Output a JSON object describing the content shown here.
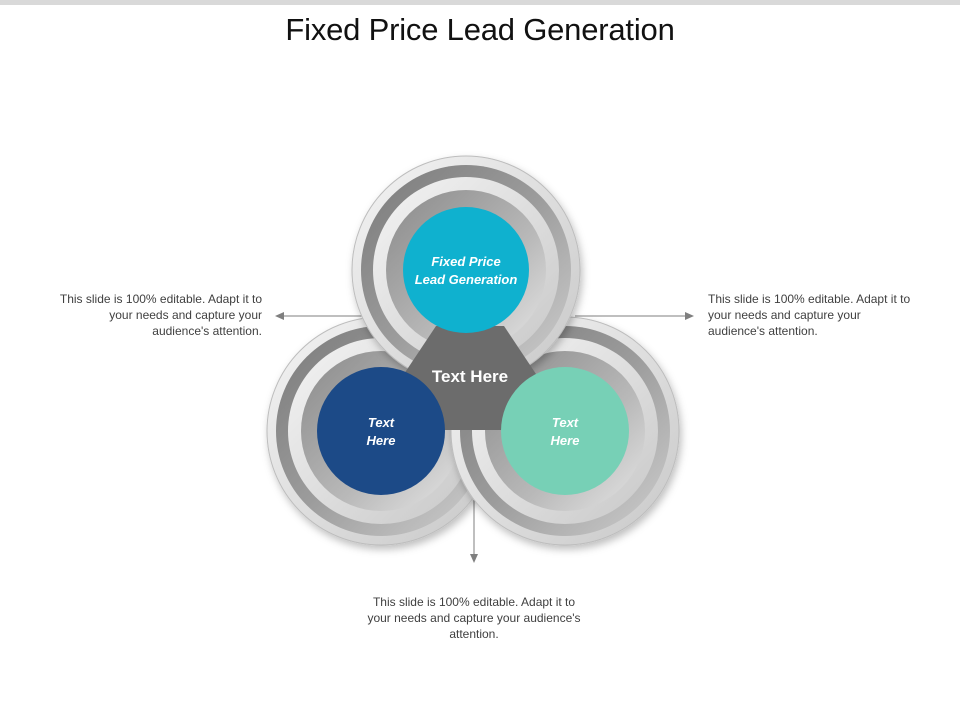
{
  "title": "Fixed Price Lead Generation",
  "center": {
    "label": "Text Here"
  },
  "circles": {
    "top": {
      "line1": "Fixed Price",
      "line2": "Lead Generation"
    },
    "left": {
      "line1": "Text",
      "line2": "Here"
    },
    "right": {
      "line1": "Text",
      "line2": "Here"
    }
  },
  "callouts": {
    "left": "This slide is 100% editable. Adapt it to your needs and capture your audience's attention.",
    "right": "This slide is 100% editable. Adapt it to your needs and capture your audience's attention.",
    "bottom": "This slide is 100% editable. Adapt it to your needs and capture your audience's attention."
  },
  "colors": {
    "top_circle": "#0fb1cf",
    "left_circle": "#1c4a87",
    "right_circle": "#77d0b6",
    "center_triangle": "#6c6c6c",
    "ring_gray": "#a8a8a8",
    "arrow": "#7f7f7f"
  }
}
